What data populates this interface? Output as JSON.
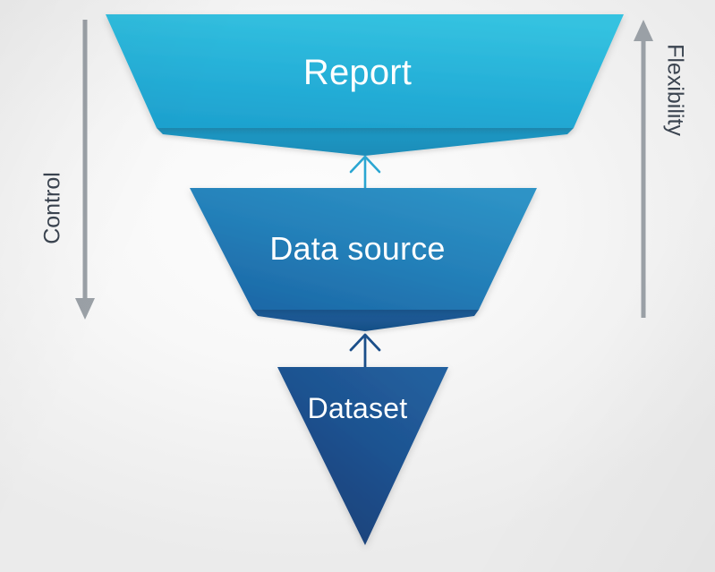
{
  "diagram": {
    "type": "inverted-funnel",
    "title": "",
    "background_color": "#f4f4f4",
    "stages": [
      {
        "id": "report",
        "label": "Report",
        "level": 1,
        "fill_top": "#31bede",
        "fill_bottom": "#21a7d4",
        "underside_color": "#1d93bf",
        "width_rank": "widest"
      },
      {
        "id": "data-source",
        "label": "Data source",
        "level": 2,
        "fill_top": "#2a8fc4",
        "fill_bottom": "#1f6fae",
        "underside_color": "#1a5d97",
        "width_rank": "medium"
      },
      {
        "id": "dataset",
        "label": "Dataset",
        "level": 3,
        "fill_top": "#1f5e9e",
        "fill_bottom": "#1b3d77",
        "underside_color": "#17356a",
        "width_rank": "narrowest"
      }
    ],
    "connectors": [
      {
        "id": "dataset-to-data-source",
        "from": "dataset",
        "to": "data-source",
        "direction": "up",
        "color": "#1b4f8a"
      },
      {
        "id": "data-source-to-report",
        "from": "data-source",
        "to": "report",
        "direction": "up",
        "color": "#2ba6d2"
      }
    ],
    "axes": [
      {
        "id": "control",
        "label": "Control",
        "side": "left",
        "arrow_direction": "down",
        "color": "#9aa0a6",
        "label_color": "#3b4450"
      },
      {
        "id": "flexibility",
        "label": "Flexibility",
        "side": "right",
        "arrow_direction": "up",
        "color": "#9aa0a6",
        "label_color": "#3b4450"
      }
    ]
  }
}
